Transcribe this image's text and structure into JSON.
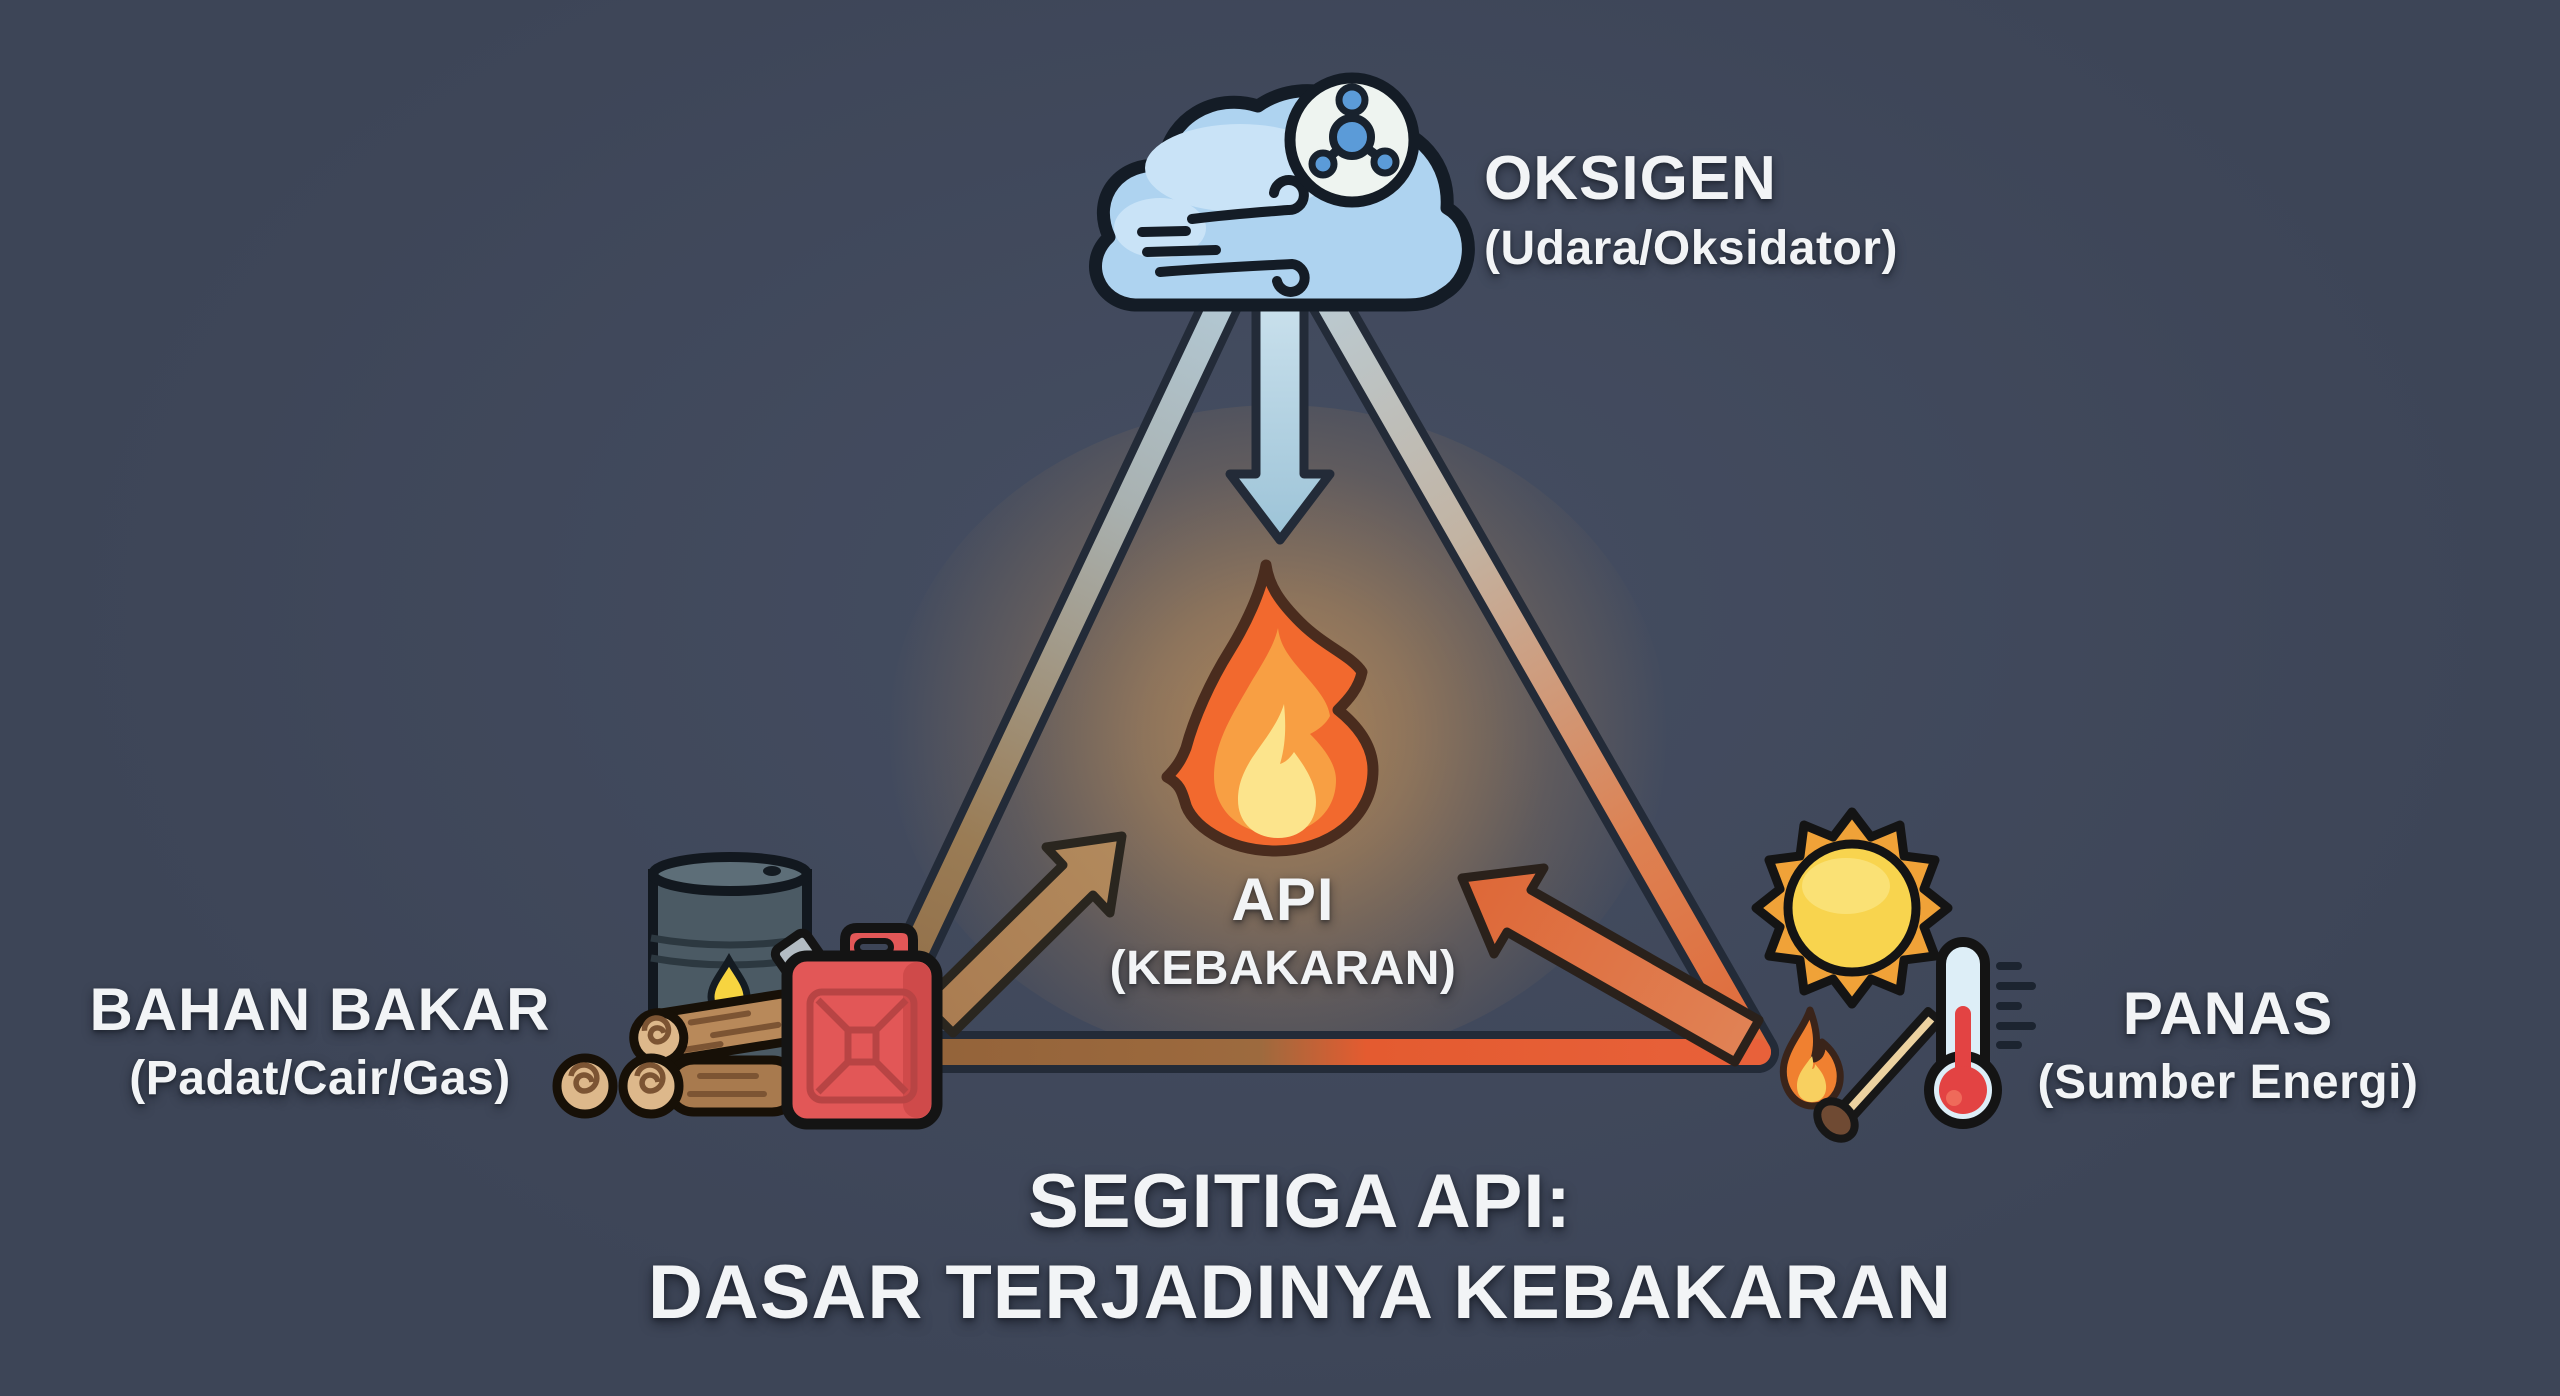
{
  "title": {
    "line1": "SEGITIGA API:",
    "line2": "DASAR TERJADINYA KEBAKARAN"
  },
  "nodes": {
    "oxygen": {
      "title": "OKSIGEN",
      "subtitle": "(Udara/Oksidator)",
      "icon": "cloud-wind-molecule-icon"
    },
    "fuel": {
      "title": "BAHAN BAKAR",
      "subtitle": "(Padat/Cair/Gas)",
      "icon": "barrel-logs-jerrycan-icon"
    },
    "heat": {
      "title": "PANAS",
      "subtitle": "(Sumber Energi)",
      "icon": "sun-match-thermometer-icon"
    },
    "center": {
      "title": "API",
      "subtitle": "(KEBAKARAN)",
      "icon": "flame-icon"
    }
  },
  "colors": {
    "bg": "#3d4557",
    "text": "#f2f4f6",
    "outline": "#232b38",
    "tri_top": "#b7d3e4",
    "tri_fuel": "#8f6a44",
    "tri_heat": "#e45b30",
    "arrow_oxygen_1": "#c9e0ec",
    "arrow_oxygen_2": "#9cc3d7",
    "arrow_fuel": "#aa7c51",
    "arrow_heat_1": "#e08255",
    "arrow_heat_2": "#de6737",
    "glow": "#f2aa55",
    "flame_outer": "#f2692e",
    "flame_mid": "#f89f43",
    "flame_core": "#fce48c",
    "cloud": "#aed3f0",
    "cloud_hi": "#c9e3f7",
    "badge": "#eef4f0",
    "atom": "#5b9bd8",
    "barrel": "#4b5a64",
    "barrel_top": "#5d6e78",
    "drop": "#f7d440",
    "log": "#b8895a",
    "log_dark": "#a87a4e",
    "log_end": "#ddb88b",
    "log_line": "#7c5433",
    "can": "#e25757",
    "can_shade": "#cf4a4a",
    "can_panel": "#b84444",
    "spout": "#b3bcc3",
    "sun_ray": "#f0a238",
    "sun_core": "#f8d44e",
    "sun_hi": "#fae27a",
    "match_stick": "#ecd2a0",
    "match_head": "#6f4a33",
    "thermo_body": "#ddeef7",
    "thermo_red": "#e34343"
  }
}
